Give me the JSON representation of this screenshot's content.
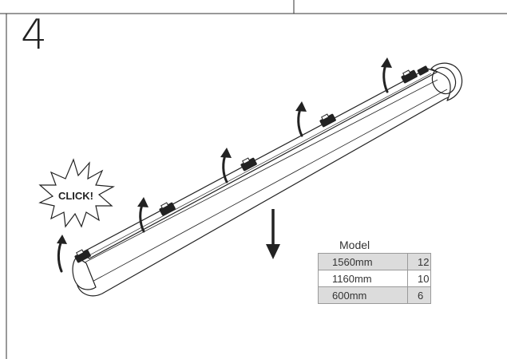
{
  "step": {
    "number": "4"
  },
  "burst": {
    "text": "CLICK!"
  },
  "model_table": {
    "title": "Model",
    "rows": [
      {
        "size": "1560mm",
        "count": "12"
      },
      {
        "size": "1160mm",
        "count": "10"
      },
      {
        "size": "600mm",
        "count": "6"
      }
    ]
  },
  "colors": {
    "line": "#222222",
    "shaded_row": "#dcdcdc",
    "table_border": "#9a9a9a"
  }
}
